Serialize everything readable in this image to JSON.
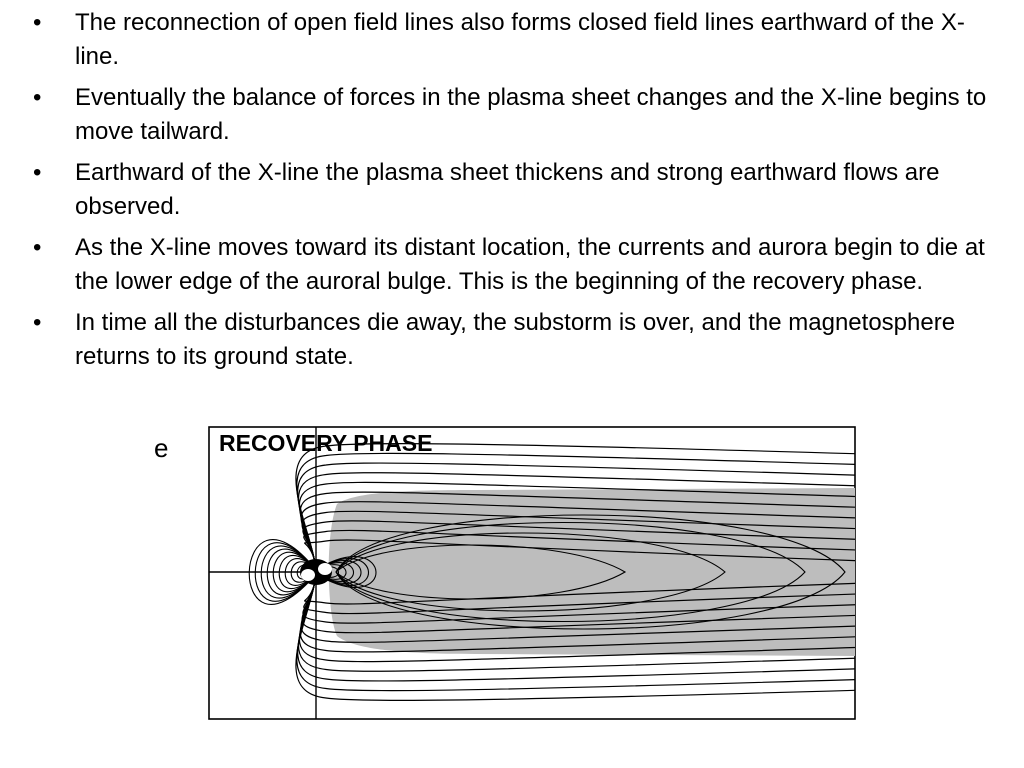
{
  "bullets": [
    "The reconnection of open field lines also forms closed field lines earthward of the X-line.",
    "Eventually the balance of forces in the plasma sheet changes and the X-line begins to move tailward.",
    "Earthward of the X-line the plasma sheet thickens and strong earthward flows are observed.",
    "As the X-line moves toward its distant location, the currents and aurora begin to die at the lower edge of the auroral bulge. This is the beginning of the recovery phase.",
    "In time all the disturbances die away, the substorm is over, and the magnetosphere returns to its ground state."
  ],
  "bullet_symbol": "•",
  "figure": {
    "panel_letter": "e",
    "title": "RECOVERY PHASE"
  },
  "colors": {
    "line": "#000000",
    "plasma_sheet_fill": "#bdbdbd"
  }
}
